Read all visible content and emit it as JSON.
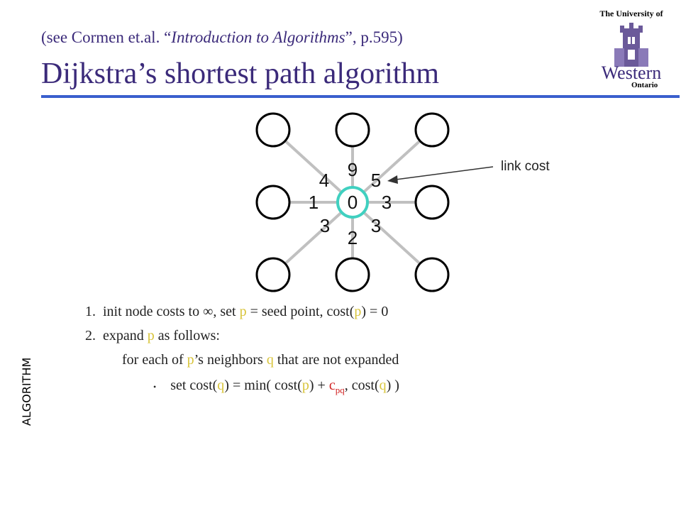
{
  "header": {
    "reference_prefix": "(see Cormen et.al. “",
    "reference_book": "Introduction to Algorithms",
    "reference_suffix": "”, p.595)",
    "title": "Dijkstra’s shortest path algorithm"
  },
  "logo": {
    "top": "The University of",
    "name": "Western",
    "bottom": "Ontario"
  },
  "side_label": "ALGORITHM",
  "diagram": {
    "center_cost": "0",
    "link_costs": {
      "top": "9",
      "top_left": "4",
      "top_right": "5",
      "left": "1",
      "right": "3",
      "bottom_left": "3",
      "bottom_right": "3",
      "bottom": "2"
    },
    "annotation": "link cost"
  },
  "steps": {
    "s1_num": "1.",
    "s1_a": "init node costs to ∞, set ",
    "s1_p": "p",
    "s1_b": " = seed point, cost(",
    "s1_p2": "p",
    "s1_c": ") = 0",
    "s2_num": "2.",
    "s2_a": "expand ",
    "s2_p": "p",
    "s2_b": " as follows:",
    "s3_a": "for each of ",
    "s3_p": "p",
    "s3_b": "’s neighbors ",
    "s3_q": "q",
    "s3_c": " that are not expanded",
    "s4_bullet": "•",
    "s4_a": "set cost(",
    "s4_q": "q",
    "s4_b": ") = min( cost(",
    "s4_p": "p",
    "s4_c": ") + ",
    "s4_cost": "c",
    "s4_sub": "pq",
    "s4_d": ",  cost(",
    "s4_q2": "q",
    "s4_e": ") )"
  },
  "colors": {
    "title": "#3b2a7a",
    "rule": "#3a5fcd",
    "center_node": "#40d0c0",
    "edges": "#c0c0c0",
    "highlight": "#d8c43a",
    "cost_symbol": "#d02020"
  }
}
